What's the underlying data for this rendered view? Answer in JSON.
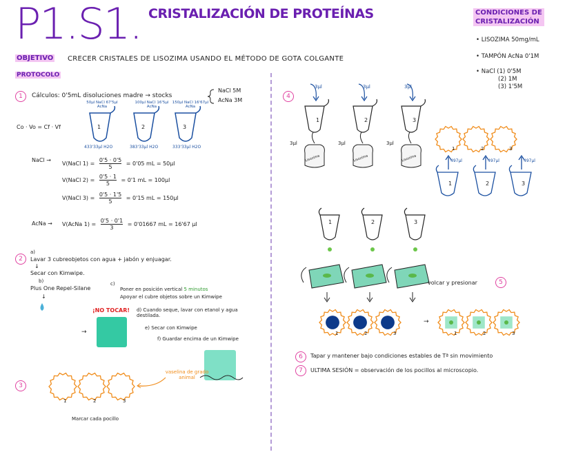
{
  "header": {
    "title": "P1.S1.",
    "subtitle": "CRISTALIZACIÓN DE PROTEÍNAS"
  },
  "conditions": {
    "heading_line1": "CONDICIONES DE",
    "heading_line2": "CRISTALIZACIÓN",
    "items": [
      "LISOZIMA 50mg/mL",
      "TAMPÓN AcNa 0'1M",
      "NaCl (1) 0'5M",
      "(2) 1M",
      "(3) 1'5M"
    ]
  },
  "objective": {
    "label": "OBJETIVO",
    "text": "CRECER CRISTALES DE LISOZIMA USANDO EL MÉTODO DE GOTA COLGANTE"
  },
  "protocol": {
    "label": "PROTOCOLO",
    "step1": {
      "number": "1",
      "text": "Cálculos: 0'5mL disoluciones madre → stocks",
      "stocks": [
        "NaCl 5M",
        "AcNa 3M"
      ],
      "equation": "Co · Vo = Cf · Vf",
      "tube_labels_top": [
        "50µl NaCl 67'5µl AcNa",
        "100µl NaCl 16'5µl AcNa",
        "150µl NaCl 16'67µl AcNa"
      ],
      "tube_numbers": [
        "1",
        "2",
        "3"
      ],
      "tube_labels_bottom": [
        "433'33µl H2O",
        "383'33µl H2O",
        "333'33µl H2O"
      ],
      "calc_prefix_nacl": "NaCl →",
      "calc_prefix_acna": "AcNa →",
      "calcs": [
        {
          "lhs": "V(NaCl 1) =",
          "num": "0'5 · 0'5",
          "den": "5",
          "rhs": "= 0'05 mL = 50µl"
        },
        {
          "lhs": "V(NaCl 2) =",
          "num": "0'5 · 1",
          "den": "5",
          "rhs": "= 0'1 mL = 100µl"
        },
        {
          "lhs": "V(NaCl 3) =",
          "num": "0'5 · 1'5",
          "den": "5",
          "rhs": "= 0'15 mL = 150µl"
        },
        {
          "lhs": "V(AcNa 1) =",
          "num": "0'5 · 0'1",
          "den": "3",
          "rhs": "= 0'01667 mL = 16'67 µl"
        }
      ]
    },
    "step2": {
      "number": "2",
      "sub_a": "a)",
      "line1": "Lavar 3 cubreobjetos con agua + jabón y enjuagar.",
      "line2": "Secar con Kimwipe.",
      "sub_b": "b)",
      "line3": "Plus One Repel-Silane",
      "sub_c": "c)",
      "line4a": "Poner en posición vertical",
      "line4_time": "5 minutos",
      "line4b": "Apoyar el cubre objetos sobre un Kimwipe",
      "warning": "¡NO TOCAR!",
      "note_d": "d) Cuando seque, lavar con etanol y agua destilada.",
      "note_e": "e) Secar con Kimwipe",
      "note_f": "f) Guardar encima de un Kimwipe"
    },
    "step3": {
      "number": "3",
      "vaseline": "vaselina de grado animal",
      "wells": [
        "1",
        "2",
        "3"
      ],
      "caption": "Marcar cada pocillo"
    },
    "step4": {
      "number": "4",
      "drop_vol": "3µl",
      "tubes": [
        "1",
        "2",
        "3"
      ],
      "bottle_label": "Lisozima",
      "well_vol": "497µl"
    },
    "step5": {
      "number": "5",
      "text": "volcar y presionar",
      "wells": [
        "1",
        "2",
        "3"
      ]
    },
    "step6": {
      "number": "6",
      "text": "Tapar y mantener bajo condiciones estables de Tª sin movimiento"
    },
    "step7": {
      "number": "7",
      "text": "ULTIMA SESIÓN = observación de los pocillos al microscopio."
    }
  },
  "colors": {
    "purple": "#6a1fb0",
    "pink_highlight": "#f4c6f2",
    "magenta": "#e040a0",
    "blue": "#1a4fa0",
    "orange": "#f08c1a",
    "teal": "#34c9a3",
    "green": "#2e9a2e",
    "navy_drop": "#0d3a8a",
    "red": "#e02020"
  }
}
